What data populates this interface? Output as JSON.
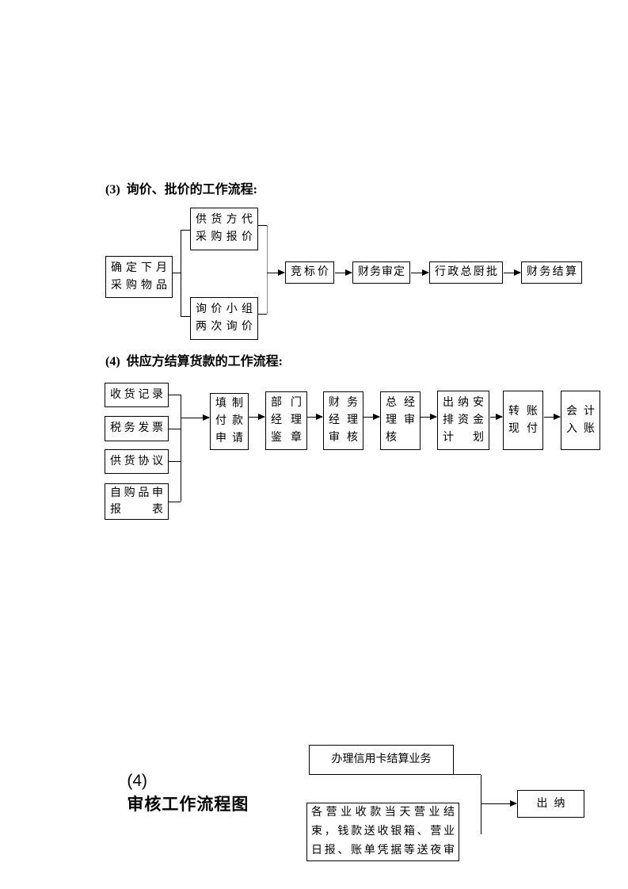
{
  "page": {
    "heading_pricing": "(3)  询价、批价的工作流程:",
    "heading_settlement": "(4)  供应方结算货款的工作流程:",
    "heading_audit_prefix": "(4)",
    "heading_audit_title": "审核工作流程图"
  },
  "pricing_flow": {
    "source": [
      "确定下月",
      "采购物品"
    ],
    "branch_top": [
      "供货方代",
      "采购报价"
    ],
    "branch_bottom": [
      "询价小组",
      "两次询价"
    ],
    "steps": [
      "竞标价",
      "财务审定",
      "行政总厨批",
      "财务结算"
    ]
  },
  "settlement_flow": {
    "inputs": [
      "收货记录",
      "税务发票",
      "供货协议"
    ],
    "input_self_purchase": [
      "自购品申",
      "报　　表"
    ],
    "steps": [
      [
        "填制",
        "付款",
        "申请"
      ],
      [
        "部门",
        "经理",
        "鉴章"
      ],
      [
        "财务",
        "经理",
        "审核"
      ],
      [
        "总经",
        "理审",
        "核"
      ],
      [
        "出纳安",
        "排资金",
        "计划"
      ],
      [
        "转账",
        "现付"
      ],
      [
        "会计",
        "入账"
      ]
    ]
  },
  "audit_flow": {
    "credit_card_box": "办理信用卡结算业务",
    "daily_closing_box": [
      "各营业收款当天营业结",
      "束，钱款送收银箱、营业",
      "日报、账单凭据等送夜审"
    ],
    "cashier_box": "出纳"
  }
}
